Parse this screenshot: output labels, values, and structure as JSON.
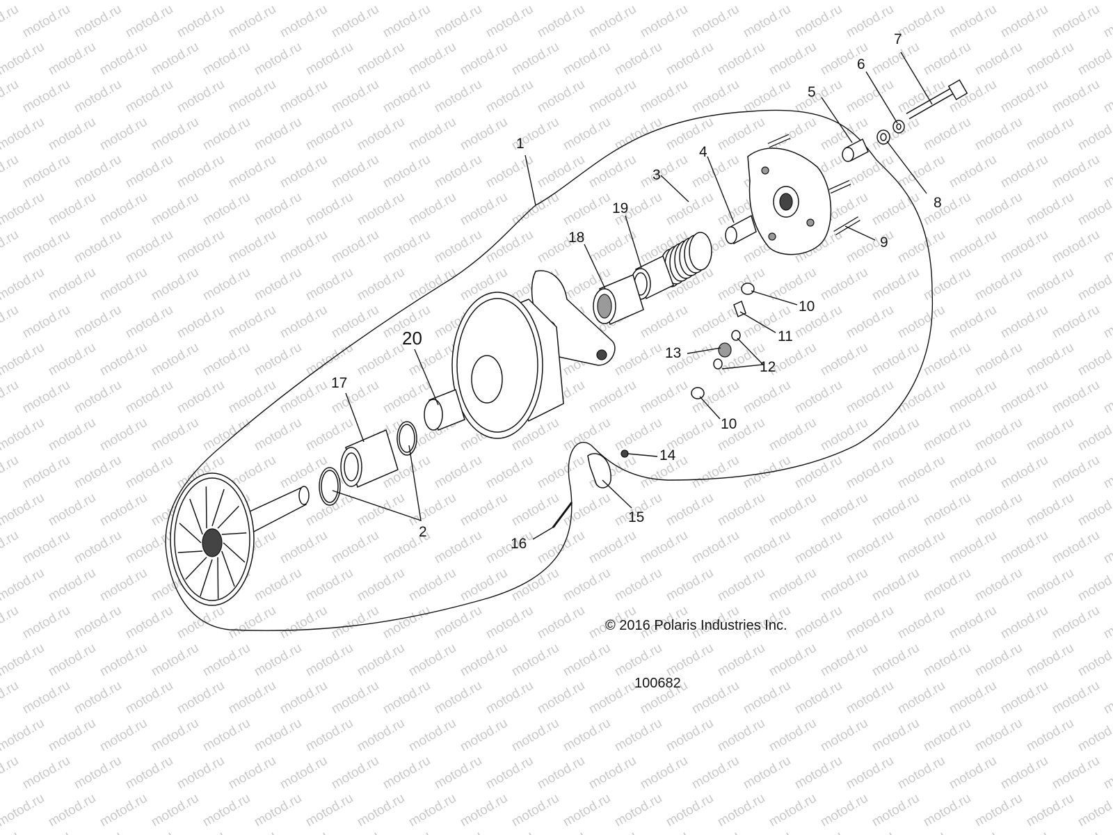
{
  "watermark": "motod.ru",
  "copyright": "© 2016 Polaris Industries Inc.",
  "diagram_id": "100682",
  "callouts": {
    "c1": "1",
    "c2": "2",
    "c3": "3",
    "c4": "4",
    "c5": "5",
    "c6": "6",
    "c7": "7",
    "c8": "8",
    "c9": "9",
    "c10a": "10",
    "c10b": "10",
    "c11": "11",
    "c12": "12",
    "c13": "13",
    "c14": "14",
    "c15": "15",
    "c16": "16",
    "c17": "17",
    "c18": "18",
    "c19": "19",
    "c20": "20"
  },
  "colors": {
    "line": "#111111",
    "watermark": "#c9c9c9",
    "background": "#ffffff"
  }
}
